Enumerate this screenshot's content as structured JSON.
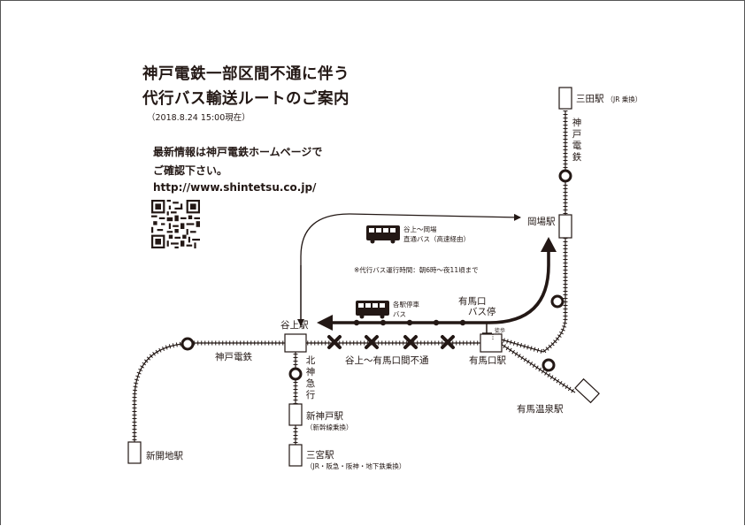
{
  "title": {
    "line1": "神戸電鉄一部区間不通に伴う",
    "line2": "代行バス輸送ルートのご案内",
    "date": "（2018.8.24  15:00現在）"
  },
  "info": {
    "line1": "最新情報は神戸電鉄ホームページで",
    "line2": "ご確認下さい。",
    "url": "http://www.shintetsu.co.jp/"
  },
  "stations": {
    "sanda": "三田駅",
    "sanda_note": "（JR 乗換）",
    "okaba": "岡場駅",
    "tanigami": "谷上駅",
    "arimaguchi": "有馬口駅",
    "arima_onsen": "有馬温泉駅",
    "shinkaichi": "新開地駅",
    "shinkobe": "新神戸駅",
    "shinkobe_note": "（新幹線乗換）",
    "sannomiya": "三宮駅",
    "sannomiya_note": "（JR・阪急・阪神・地下鉄乗換）"
  },
  "lines": {
    "shintetsu_vertical": "神戸電鉄",
    "shintetsu": "神戸電鉄",
    "hokushin": "北神急行"
  },
  "suspended": "谷上～有馬口間不通",
  "bus": {
    "express_line1": "谷上～岡場",
    "express_line2": "直通バス（高速経由）",
    "local_line1": "各駅停車",
    "local_line2": "バス",
    "hours": "※代行バス運行時間：朝6時～夜11頃まで",
    "stop_line1": "有馬口",
    "stop_line2": "バス停",
    "walk": "徒歩"
  },
  "colors": {
    "ink": "#231815"
  }
}
